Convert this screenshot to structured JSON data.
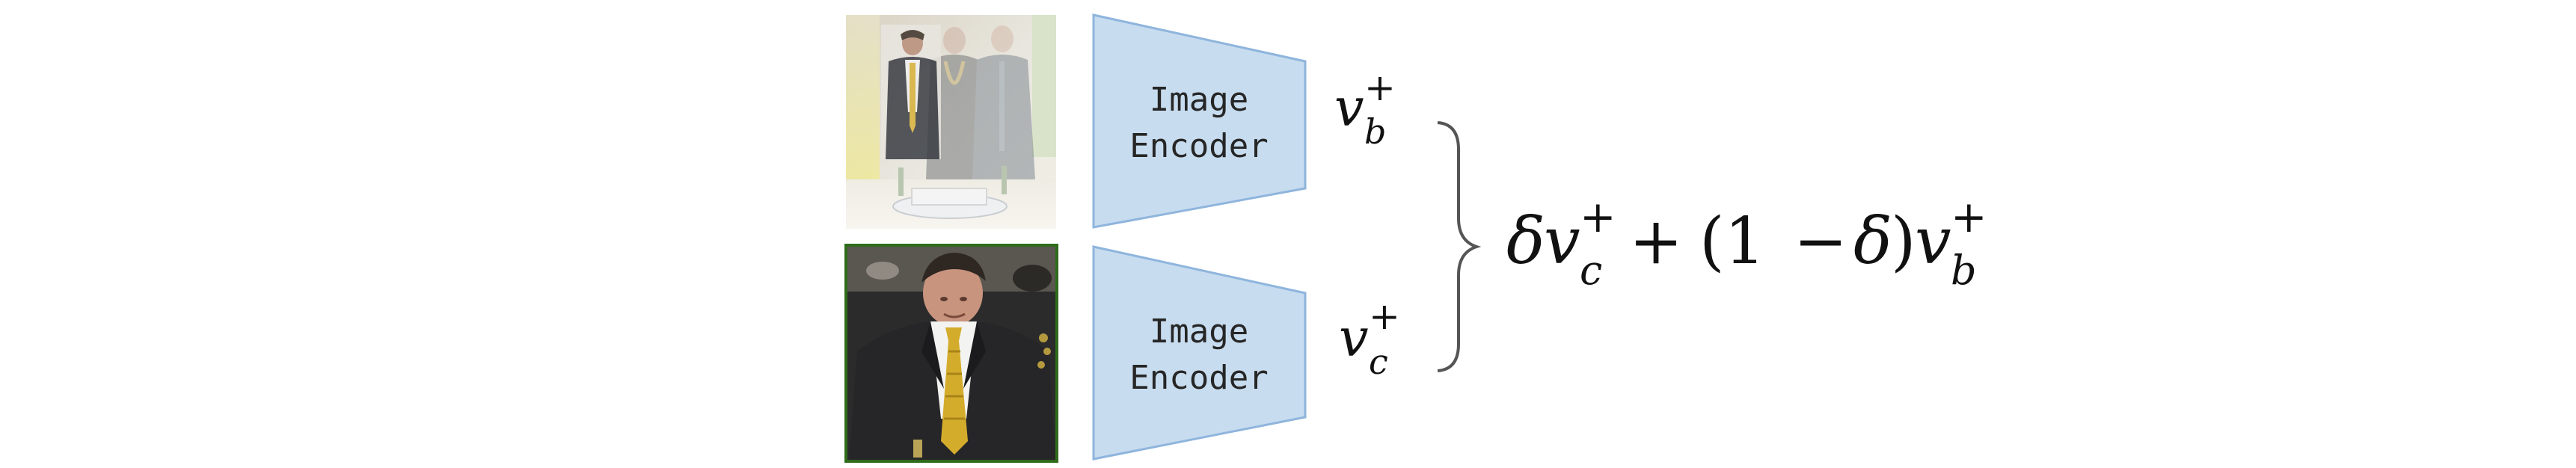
{
  "encoders": [
    {
      "label_line1": "Image",
      "label_line2": "Encoder"
    },
    {
      "label_line1": "Image",
      "label_line2": "Encoder"
    }
  ],
  "embeddings": {
    "top": {
      "base": "v",
      "sub": "b",
      "sup": "+"
    },
    "bottom": {
      "base": "v",
      "sub": "c",
      "sup": "+"
    }
  },
  "formula": {
    "delta": "δ",
    "v": "v",
    "sub_c": "c",
    "sub_b": "b",
    "sup": "+",
    "plus": "+",
    "open_paren": "(1",
    "minus": "−",
    "close_paren": ")"
  },
  "colors": {
    "encoder_fill": "#c7dcef",
    "encoder_stroke": "#8fb5dd",
    "photo_border": "#2e6b1a",
    "brace": "#555555"
  },
  "images": [
    {
      "name": "background-image",
      "description_icon": "photo-icon"
    },
    {
      "name": "cropped-person-image",
      "description_icon": "photo-icon"
    }
  ]
}
